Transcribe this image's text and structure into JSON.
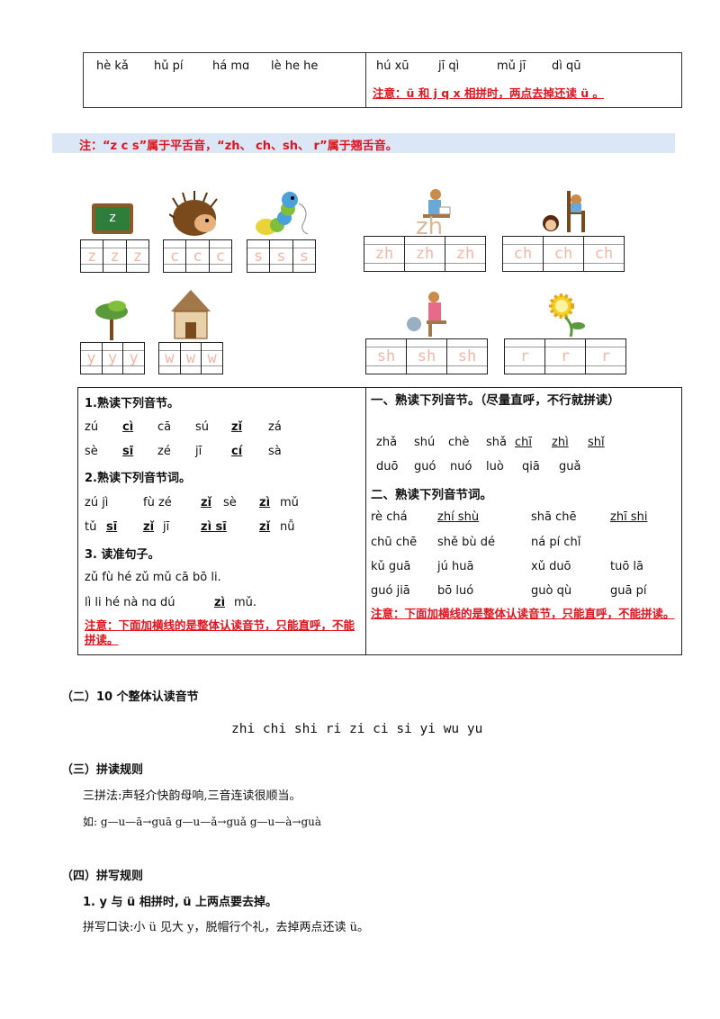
{
  "top_table": {
    "left_syllables": [
      "hè kǎ",
      "hǔ pí",
      "há mɑ",
      "lè he he"
    ],
    "right_syllables": [
      "hú xū",
      "jī qì",
      "mǔ jī",
      "dì qū"
    ],
    "right_note": "注意：ü 和 j q x 相拼时，两点去掉还读 ü 。"
  },
  "tongue_note": "注：“z c s”属于平舌音，“zh、 ch、sh、 r”属于翘舌音。",
  "grids": {
    "z": [
      "z",
      "z",
      "z"
    ],
    "c": [
      "c",
      "c",
      "c"
    ],
    "s": [
      "s",
      "s",
      "s"
    ],
    "zh": [
      "zh",
      "zh",
      "zh"
    ],
    "ch": [
      "ch",
      "ch",
      "ch"
    ],
    "y": [
      "y",
      "y",
      "y"
    ],
    "w": [
      "w",
      "w",
      "w"
    ],
    "sh": [
      "sh",
      "sh",
      "sh"
    ],
    "r": [
      "r",
      "r",
      "r"
    ]
  },
  "pictures": {
    "zh_letter": "zh"
  },
  "left_col": {
    "h1": "1.熟读下列音节。",
    "r1": [
      "zú",
      "cì",
      "cā",
      "sú",
      "zǐ",
      "zá"
    ],
    "r2": [
      "sè",
      "sī",
      "zé",
      "jī",
      "cí",
      "sà"
    ],
    "h2": "2.熟读下列音节词。",
    "r3": [
      "zú jì",
      "fù zé",
      "zǐ",
      "sè",
      "zì",
      "mǔ"
    ],
    "r4": [
      "tǔ",
      "sī",
      "zǐ",
      "jī",
      "zì sī",
      "zǐ",
      "nǚ"
    ],
    "h3": "3. 读准句子。",
    "s1": "zǔ fù hé zǔ mǔ cā bō li.",
    "s2a": "lì li hé nà nɑ dú",
    "s2b": "zì",
    "s2c": "mǔ.",
    "note": "注意：下面加横线的是整体认读音节，只能直呼，不能拼读。"
  },
  "right_col": {
    "h1": "一、熟读下列音节。（尽量直呼，不行就拼读）",
    "r1": [
      "zhǎ",
      "shú",
      "chè",
      "shǎ",
      "chī",
      "zhì",
      "shǐ"
    ],
    "r2": [
      "duō",
      "guó",
      "nuó",
      "luò",
      "qiā",
      "guǎ"
    ],
    "h2": "二、熟读下列音节词。",
    "w1": [
      "rè chá",
      "zhí shù",
      "shā chē",
      "zhī shi"
    ],
    "w2": [
      "chū chē",
      "shě bù dé",
      "ná pí chǐ"
    ],
    "w3": [
      "kǔ guā",
      "jú huā",
      "xǔ duō",
      "tuō lā"
    ],
    "w4": [
      "guó jiā",
      "bō luó",
      "guò qù",
      "guā pí"
    ],
    "note": "注意：下面加横线的是整体认读音节，只能直呼，不能拼读。"
  },
  "section2": {
    "title": "（二）10 个整体认读音节",
    "syllables": "zhi chi shi ri zi ci si yi wu yu"
  },
  "section3": {
    "title": "（三）拼读规则",
    "rule": "三拼法:声轻介快韵母响,三音连读很顺当。",
    "example": "如: g—u—ā→guā g—u—ǎ→guǎ g—u—à→guà"
  },
  "section4": {
    "title": "（四）拼写规则",
    "sub": "1. y 与 ü 相拼时, ü 上两点要去掉。",
    "rhyme": "拼写口诀:小 ü 见大 y，脱帽行个礼，去掉两点还读 ü。"
  }
}
